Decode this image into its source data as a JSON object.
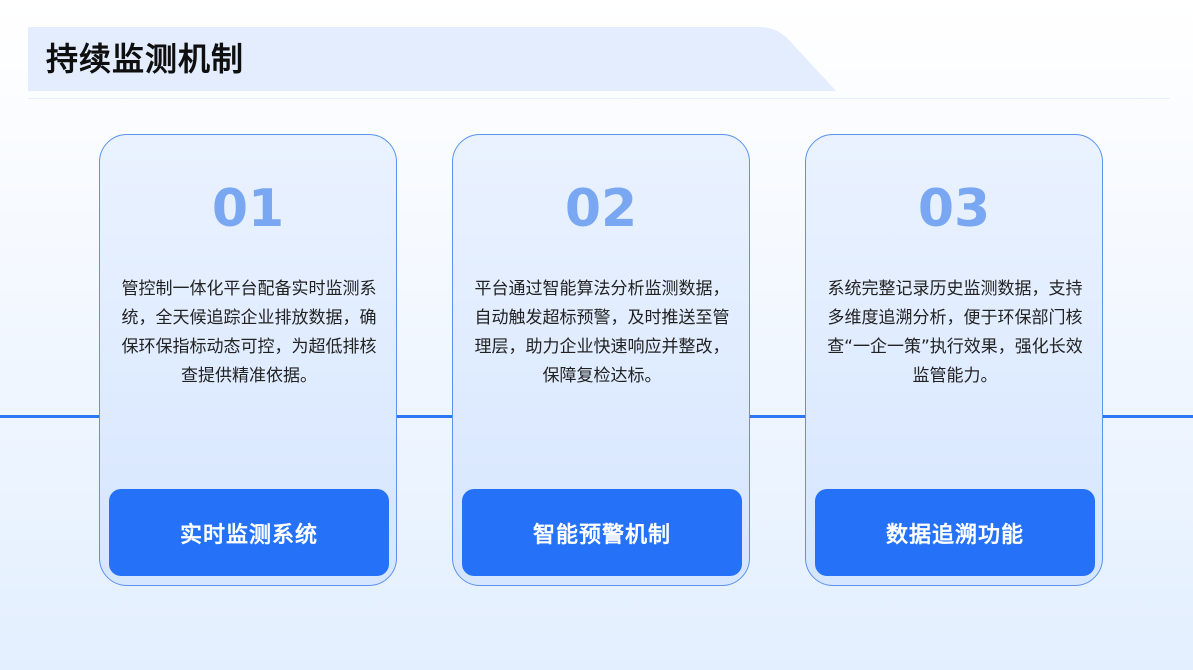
{
  "title": "持续监测机制",
  "colors": {
    "accent": "#2572f8",
    "number": "#7aa7f2",
    "card_border": "#5b92ee",
    "title_tab": "#e3edfd"
  },
  "cards": [
    {
      "number": "01",
      "description": "管控制一体化平台配备实时监测系统，全天候追踪企业排放数据，确保环保指标动态可控，为超低排核查提供精准依据。",
      "label": "实时监测系统"
    },
    {
      "number": "02",
      "description": "平台通过智能算法分析监测数据，自动触发超标预警，及时推送至管理层，助力企业快速响应并整改，保障复检达标。",
      "label": "智能预警机制"
    },
    {
      "number": "03",
      "description": "系统完整记录历史监测数据，支持多维度追溯分析，便于环保部门核查“一企一策”执行效果，强化长效监管能力。",
      "label": "数据追溯功能"
    }
  ]
}
